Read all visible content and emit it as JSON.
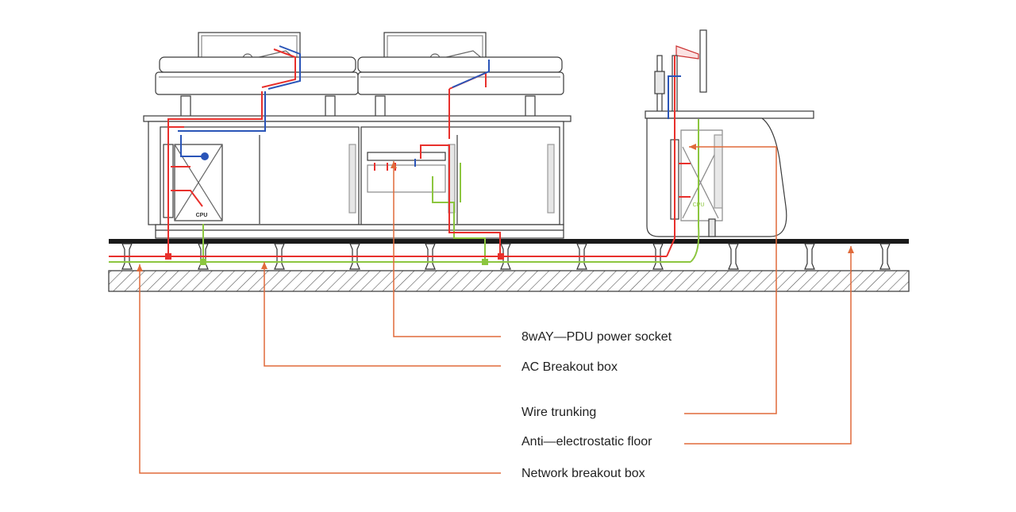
{
  "diagram": {
    "callouts": [
      {
        "id": "pdu",
        "label": "8wAY—PDU power socket"
      },
      {
        "id": "ac",
        "label": "AC Breakout box"
      },
      {
        "id": "wire",
        "label": "Wire trunking"
      },
      {
        "id": "floor",
        "label": "Anti—electrostatic floor"
      },
      {
        "id": "net",
        "label": "Network breakout box"
      }
    ],
    "cabinet_text": {
      "cpu_left": "CPU",
      "cpu_right": "CPU"
    },
    "colors": {
      "outline": "#3a3a3a",
      "power": "#e8302c",
      "data": "#2a55b8",
      "network": "#8cc63f",
      "leader": "#e06a3a",
      "floor": "#1a1a1a",
      "hatch": "#555555"
    }
  }
}
